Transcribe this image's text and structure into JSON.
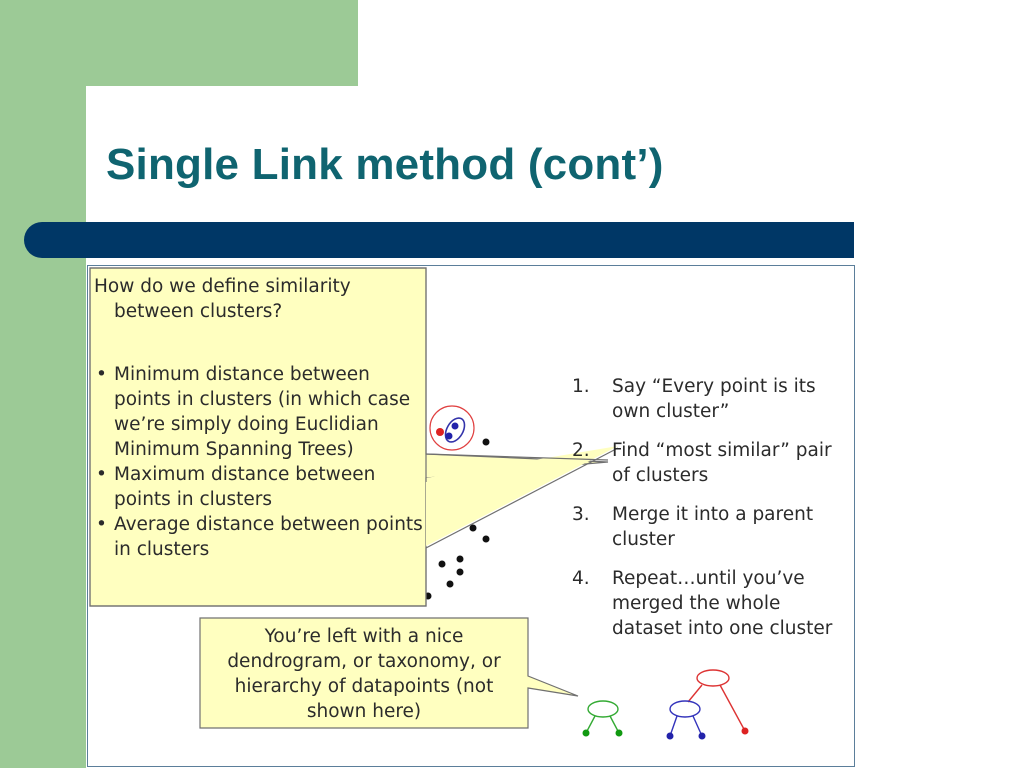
{
  "slide": {
    "title": "Single Link method (cont’)",
    "colors": {
      "title": "#0f6470",
      "bar": "#003766",
      "green": "#9cca96",
      "callout": "#ffffc0"
    }
  },
  "callout_box": {
    "question_line1": "How do we define similarity",
    "question_line2": "between clusters?",
    "bullets": [
      "Minimum distance between points in clusters (in which case we’re simply doing Euclidian Minimum Spanning Trees)",
      "Maximum distance between points in clusters",
      "Average distance between points in clusters"
    ]
  },
  "steps": [
    {
      "num": "1.",
      "text": "Say “Every point is its own cluster”"
    },
    {
      "num": "2.",
      "text": "Find “most similar” pair of clusters"
    },
    {
      "num": "3.",
      "text": "Merge it into a parent cluster"
    },
    {
      "num": "4.",
      "text": "Repeat…until you’ve merged the whole dataset into one cluster"
    }
  ],
  "dendrogram_callout": {
    "text": "You’re left with a nice dendrogram, or taxonomy, or hierarchy of datapoints (not shown here)"
  },
  "icons": [
    "scatter-points",
    "cluster-ring",
    "dendrogram-tree"
  ]
}
